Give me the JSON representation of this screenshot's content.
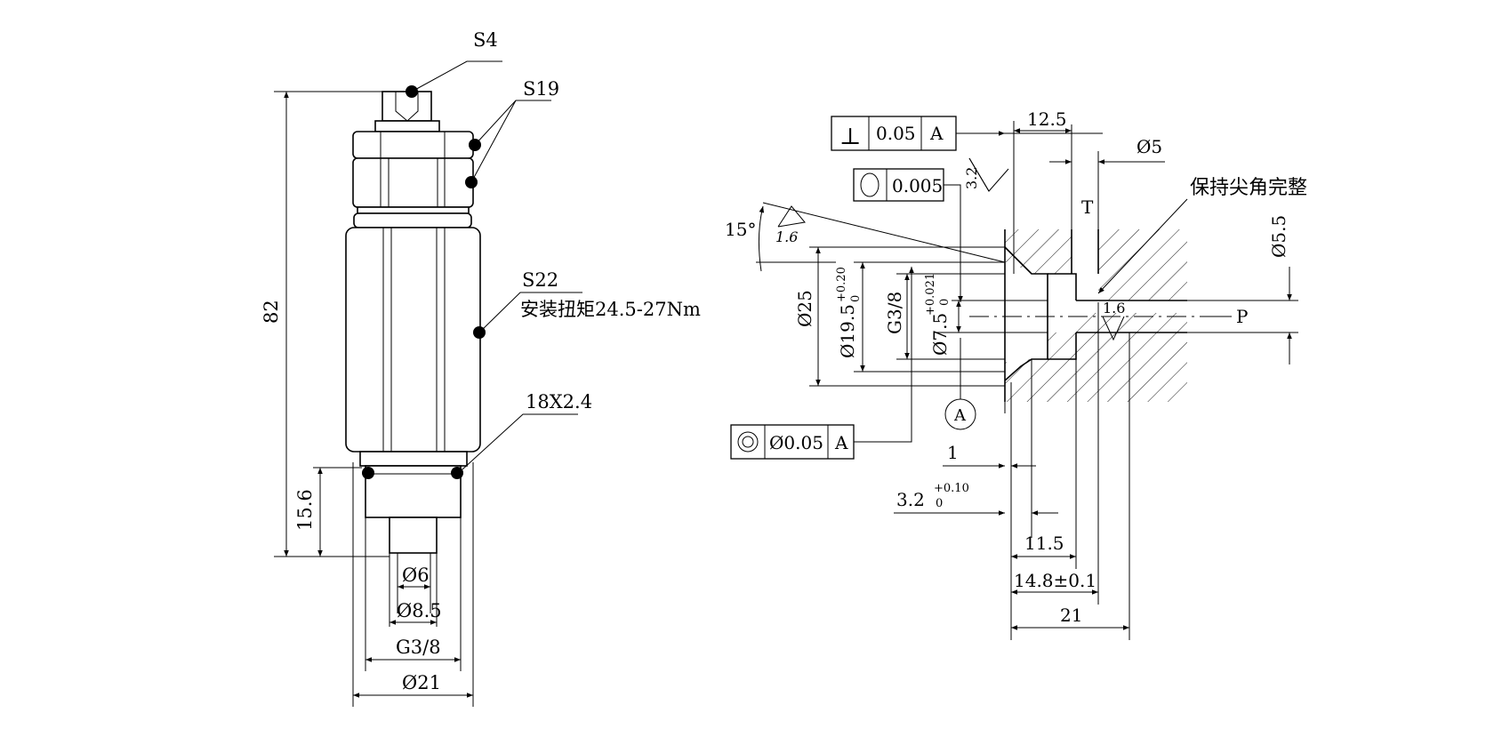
{
  "left_view": {
    "callouts": {
      "s4": "S4",
      "s19": "S19",
      "s22": "S22",
      "torque": "安装扭矩24.5-27Nm",
      "oring": "18X2.4"
    },
    "dims": {
      "length_82": "82",
      "length_15_6": "15.6",
      "dia_6": "Ø6",
      "dia_8_5": "Ø8.5",
      "thread": "G3/8",
      "dia_21": "Ø21"
    }
  },
  "right_view": {
    "tolerance_frames": {
      "perp": {
        "symbol": "⊥",
        "value": "0.05",
        "datum": "A"
      },
      "round": {
        "symbol": "○",
        "value": "0.005"
      },
      "conc": {
        "symbol": "◎",
        "value": "Ø0.05",
        "datum": "A"
      }
    },
    "datum_label": "A",
    "notes": {
      "sharp_corner": "保持尖角完整"
    },
    "dims": {
      "d12_5": "12.5",
      "d5": "Ø5",
      "d5_5": "Ø5.5",
      "rough_3_2": "3.2",
      "rough_1_6a": "1.6",
      "rough_1_6b": "1.6",
      "angle_15": "15°",
      "d25": "Ø25",
      "d19_5": "Ø19.5",
      "d19_5_tol_up": "+0.20",
      "d19_5_tol_low": "0",
      "g3_8": "G3/8",
      "d7_5": "Ø7.5",
      "d7_5_tol_up": "+0.021",
      "d7_5_tol_low": "0",
      "d1": "1",
      "d3_2": "3.2",
      "d3_2_tol_up": "+0.10",
      "d3_2_tol_low": "0",
      "d11_5": "11.5",
      "d14_8": "14.8±0.1",
      "d21": "21"
    },
    "port_labels": {
      "t": "T",
      "p": "P"
    }
  }
}
